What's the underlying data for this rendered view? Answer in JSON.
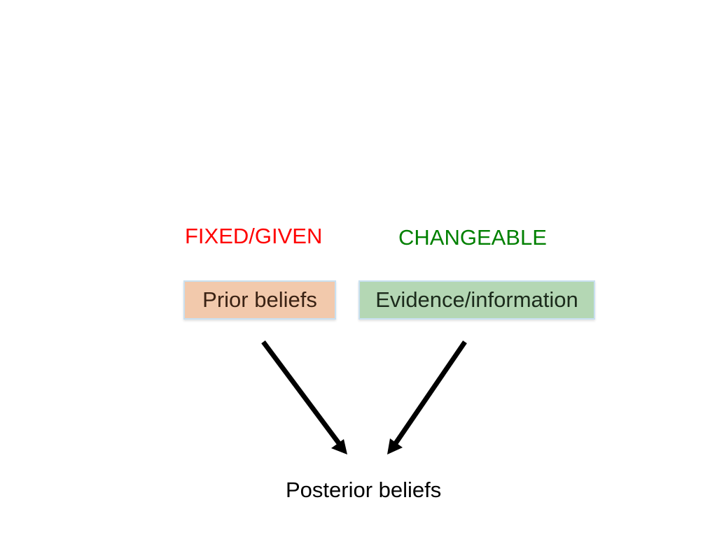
{
  "diagram": {
    "fixed_label": "FIXED/GIVEN",
    "changeable_label": "CHANGEABLE",
    "prior_box": "Prior beliefs",
    "evidence_box": "Evidence/information",
    "posterior_label": "Posterior beliefs"
  },
  "colors": {
    "fixed": "#ff0000",
    "changeable": "#008000",
    "prior_fill": "#f2c9ac",
    "evidence_fill": "#b4d7b4",
    "arrow": "#000000"
  }
}
